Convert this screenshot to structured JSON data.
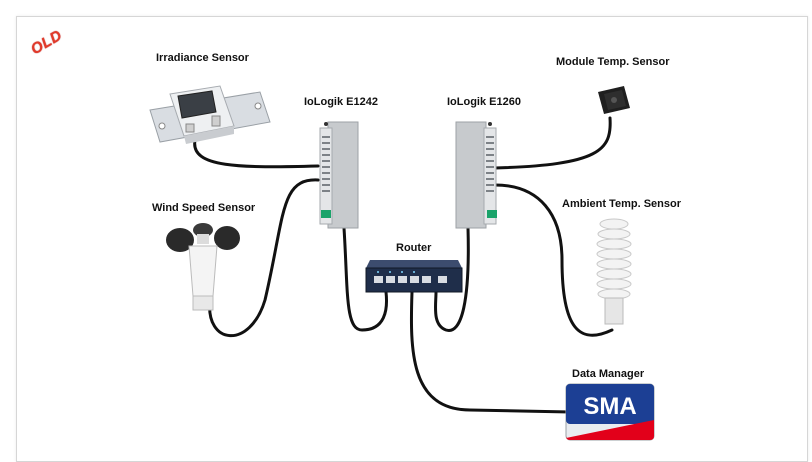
{
  "stamp": "OLD",
  "labels": {
    "irradiance": "Irradiance Sensor",
    "iologik_e1242": "IoLogik E1242",
    "iologik_e1260": "IoLogik E1260",
    "module_temp": "Module Temp. Sensor",
    "wind_speed": "Wind Speed Sensor",
    "router": "Router",
    "ambient_temp": "Ambient Temp. Sensor",
    "data_manager": "Data Manager"
  },
  "sma_logo": "SMA",
  "colors": {
    "cable": "#111111",
    "stamp": "#e23a2a",
    "sma_blue": "#1c3f94",
    "sma_red": "#e2001a",
    "router_blue": "#1f2e4a",
    "device_grey": "#c9ccd0",
    "moxa_green": "#1aa36a"
  }
}
